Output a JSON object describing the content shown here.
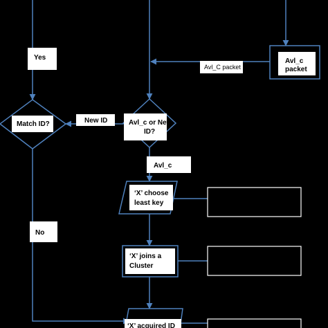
{
  "diagram": {
    "colors": {
      "background": "#000000",
      "connector": "#4f81bd",
      "box_fill": "#ffffff",
      "text": "#000000"
    },
    "labels": {
      "yes": "Yes",
      "no": "No",
      "match_id": "Match ID?",
      "new_id": "New ID",
      "avl_c_or_new_line1": "Avl_c or New",
      "avl_c_or_new_line2": "ID?",
      "avl_c_packet_edge": "Avl_C packet",
      "avl_c_packet_box_line1": "Avl_c",
      "avl_c_packet_box_line2": "packet",
      "avl_c": "Avl_c",
      "choose_line1": "‘X’ choose",
      "choose_line2": "least key",
      "joins_line1": "‘X’ joins a",
      "joins_line2": "Cluster",
      "acquired_line1": "‘X’ acquired ID"
    }
  }
}
